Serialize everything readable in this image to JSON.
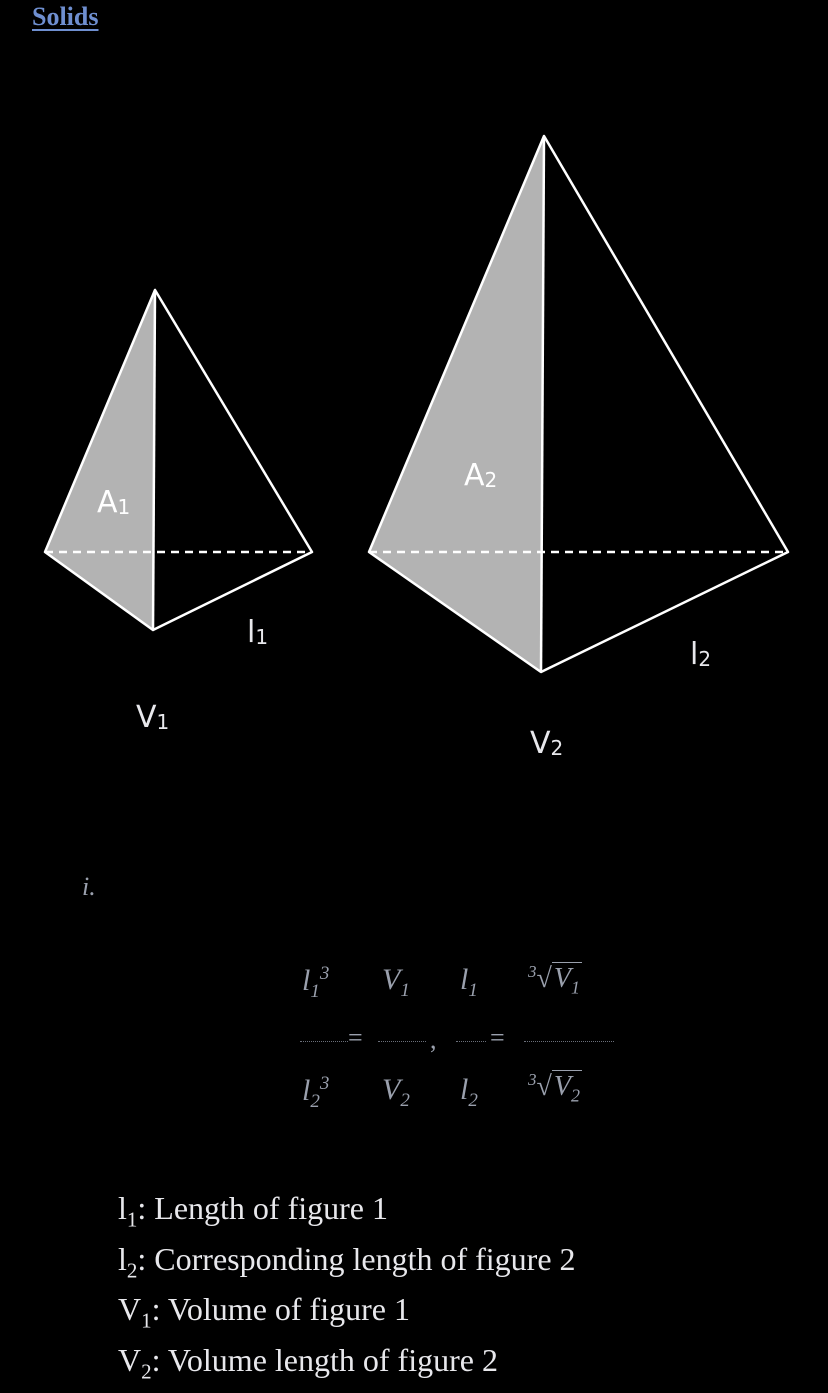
{
  "heading": "Solids",
  "figure1": {
    "face_label": "A",
    "face_sub": "1",
    "edge_label": "l",
    "edge_sub": "1",
    "volume_label": "V",
    "volume_sub": "1"
  },
  "figure2": {
    "face_label": "A",
    "face_sub": "2",
    "edge_label": "l",
    "edge_sub": "2",
    "volume_label": "V",
    "volume_sub": "2"
  },
  "roman_numeral": "i.",
  "formula": {
    "lhs_num": "l",
    "lhs_num_sub": "1",
    "lhs_num_sup": "3",
    "lhs_den": "l",
    "lhs_den_sub": "2",
    "lhs_den_sup": "3",
    "mid_num": "V",
    "mid_num_sub": "1",
    "mid_den": "V",
    "mid_den_sub": "2",
    "ratio_num": "l",
    "ratio_num_sub": "1",
    "ratio_den": "l",
    "ratio_den_sub": "2",
    "root_index": "3",
    "root_num": "V",
    "root_num_sub": "1",
    "root_den": "V",
    "root_den_sub": "2",
    "equals": "=",
    "comma": ","
  },
  "definitions": [
    {
      "symbol": "l",
      "sub": "1",
      "text": ": Length of figure 1"
    },
    {
      "symbol": "l",
      "sub": "2",
      "text": ": Corresponding length of figure 2"
    },
    {
      "symbol": "V",
      "sub": "1",
      "text": ": Volume of figure 1"
    },
    {
      "symbol": "V",
      "sub": "2",
      "text": ": Volume length of figure 2"
    }
  ],
  "colors": {
    "background": "#000000",
    "heading": "#6f8fd0",
    "shade": "#b3b3b3",
    "line": "#ffffff",
    "text": "#e8e8ec",
    "formula": "#9aa0ad"
  }
}
